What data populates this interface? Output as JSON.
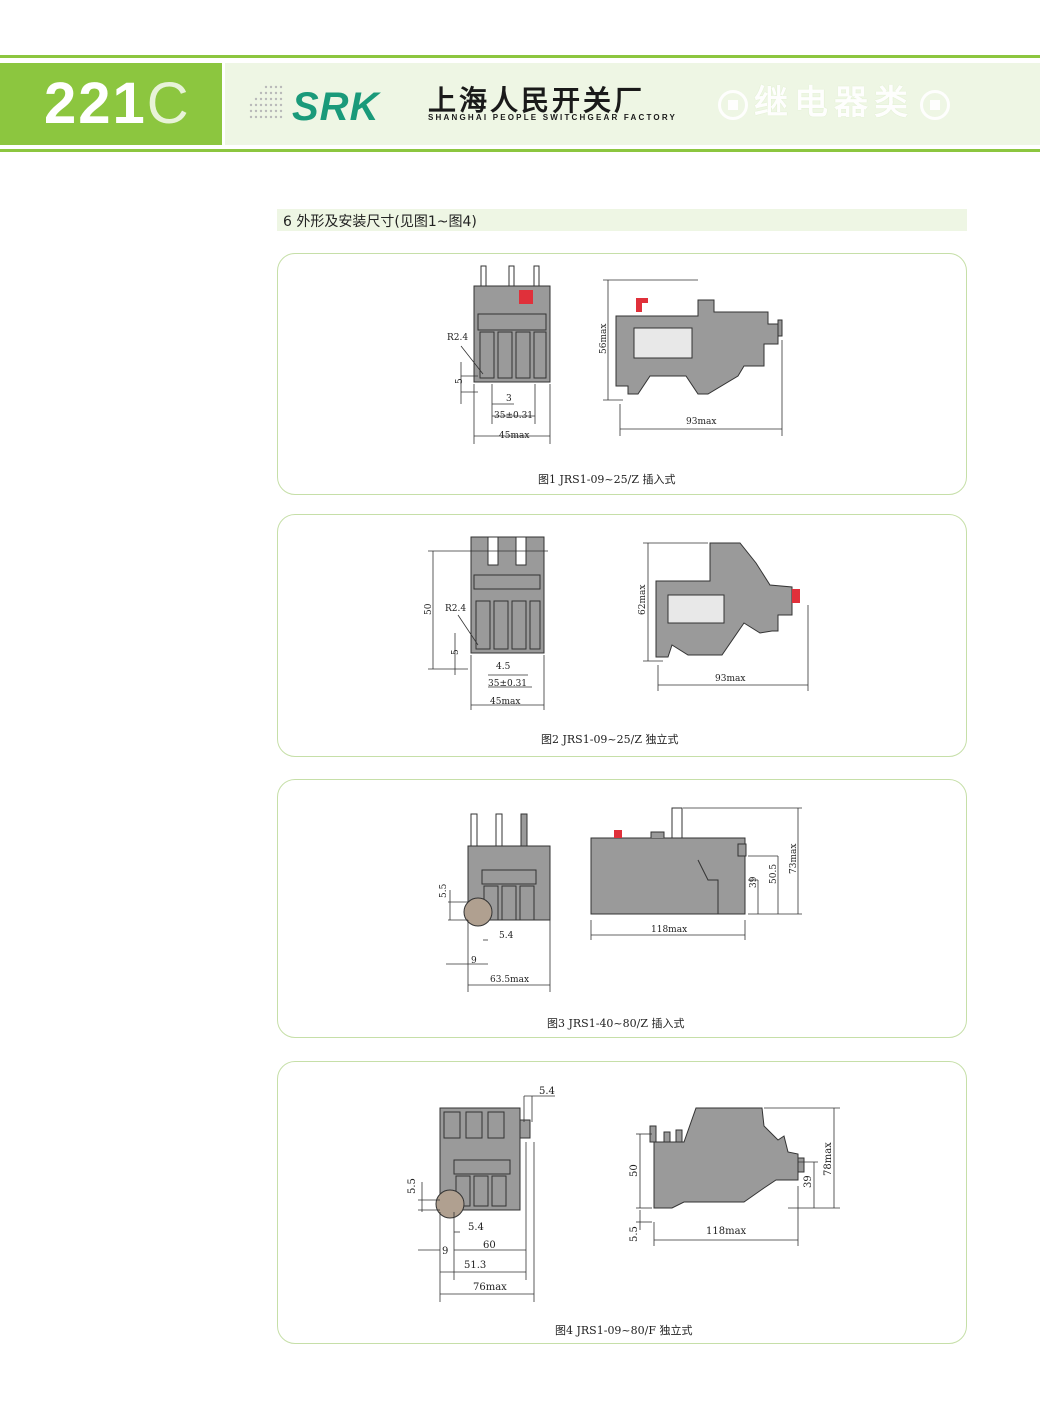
{
  "header": {
    "page_number": "221",
    "page_suffix": "C",
    "brand": "SRK",
    "company_cn": "上海人民开关厂",
    "company_en": "SHANGHAI PEOPLE SWITCHGEAR FACTORY",
    "category": "继电器类",
    "colors": {
      "accent": "#8cc63f",
      "brand": "#1a9a7a",
      "band": "#eef6e4"
    }
  },
  "section": {
    "title": "6  外形及安装尺寸(见图1~图4)"
  },
  "figures": [
    {
      "caption": "图1  JRS1-09~25/Z 插入式",
      "front_dims": {
        "radius": "R2.4",
        "d1": "5",
        "d2": "3",
        "d3": "35±0.31",
        "d4": "45max"
      },
      "side_dims": {
        "height": "56max",
        "width": "93max"
      }
    },
    {
      "caption": "图2  JRS1-09~25/Z 独立式",
      "front_dims": {
        "height": "50",
        "radius": "R2.4",
        "d1": "5",
        "d2": "4.5",
        "d3": "35±0.31",
        "d4": "45max"
      },
      "side_dims": {
        "height": "62max",
        "width": "93max"
      }
    },
    {
      "caption": "图3  JRS1-40~80/Z 插入式",
      "front_dims": {
        "d1": "5.5",
        "d2": "5.4",
        "d3": "9",
        "d4": "63.5max"
      },
      "side_dims": {
        "h1": "39",
        "h2": "50.5",
        "h3": "73max",
        "width": "118max"
      }
    },
    {
      "caption": "图4  JRS1-09~80/F  独立式",
      "front_dims": {
        "top": "5.4",
        "d1": "5.5",
        "d2": "5.4",
        "d3": "60",
        "d4": "9",
        "d5": "51.3",
        "d6": "76max"
      },
      "side_dims": {
        "h1": "50",
        "h2": "5.5",
        "h3": "39",
        "h4": "78max",
        "width": "118max"
      }
    }
  ]
}
